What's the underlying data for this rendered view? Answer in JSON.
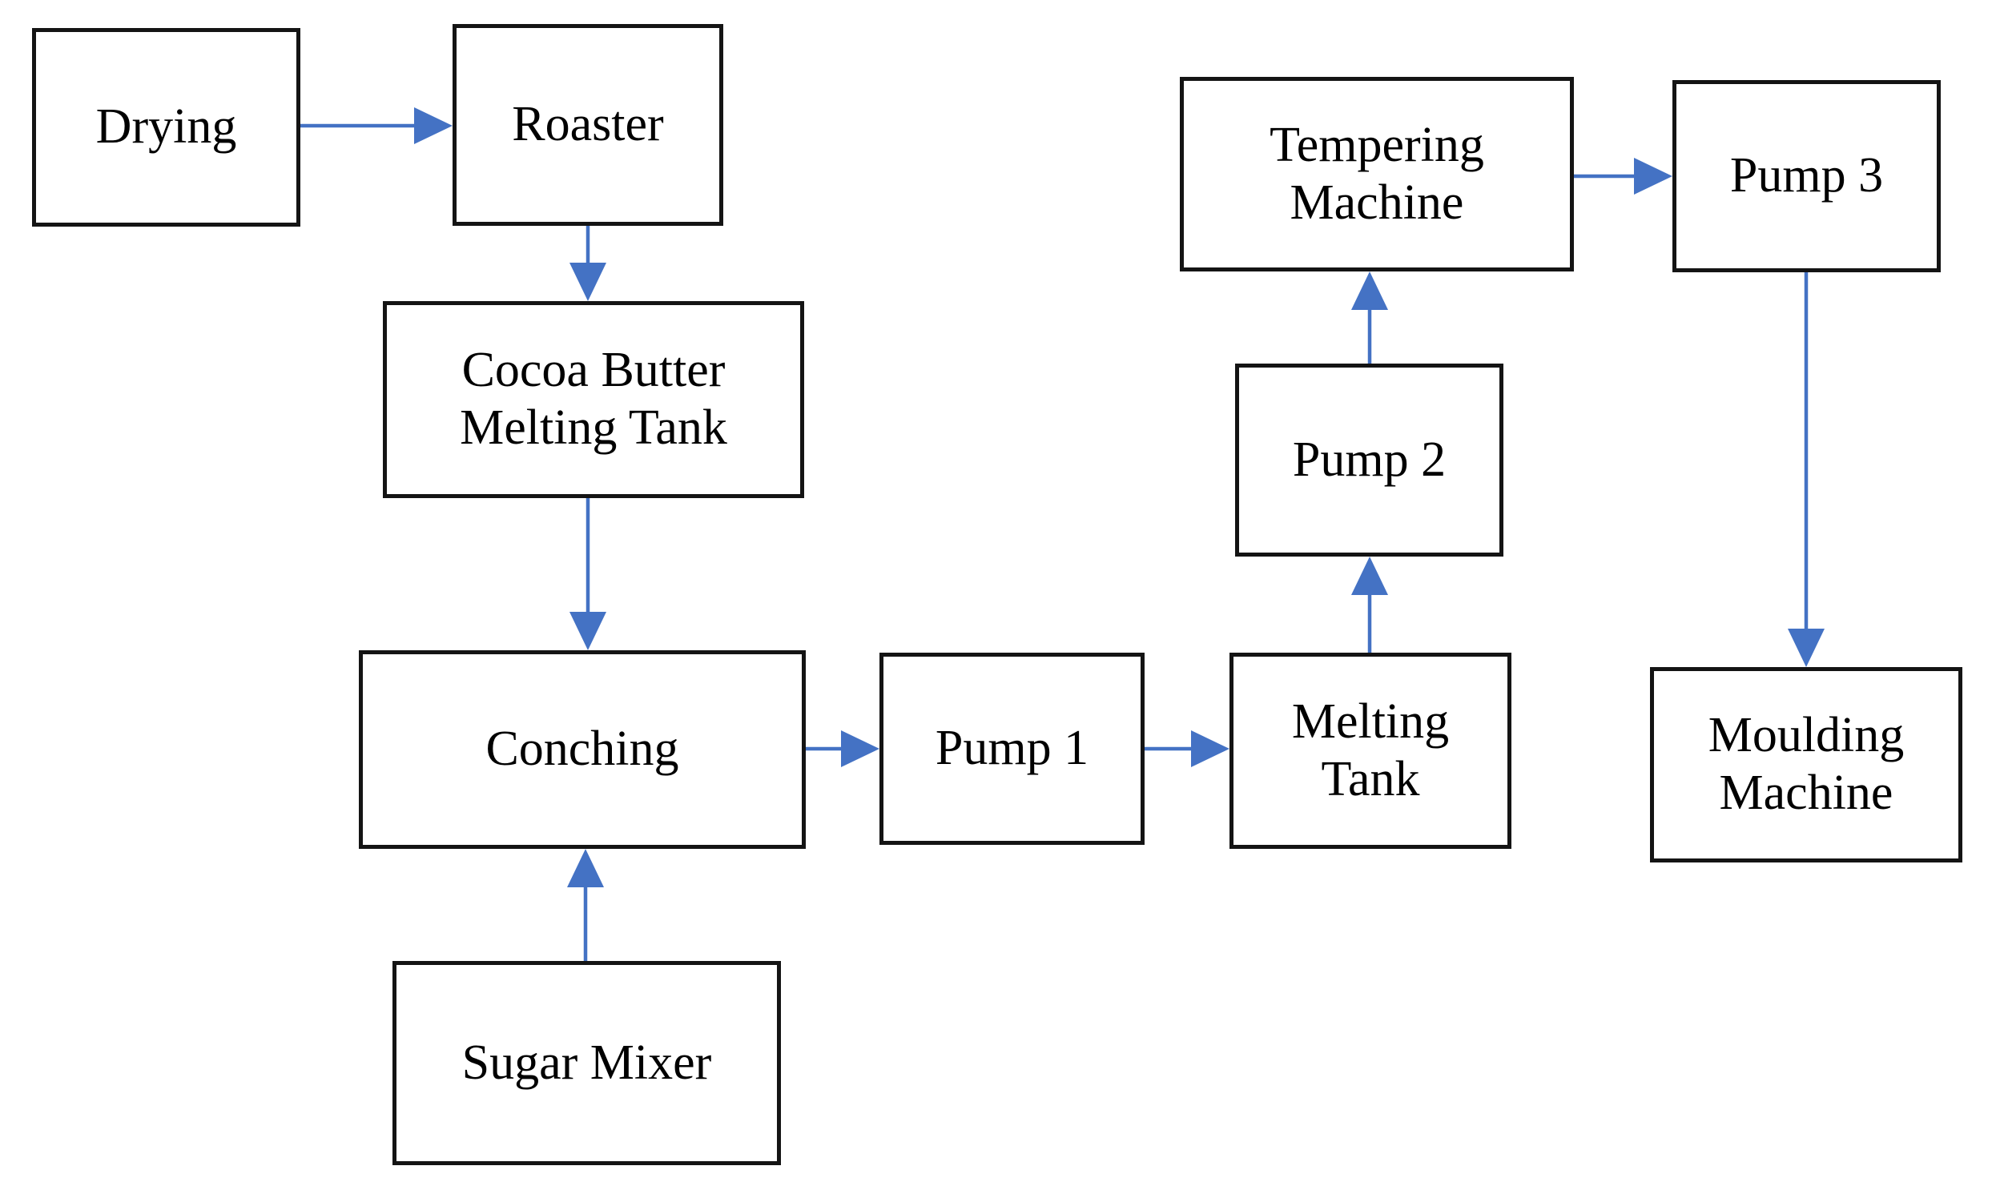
{
  "diagram": {
    "description": "Process flow diagram of a chocolate production line",
    "nodes": [
      {
        "id": "drying",
        "label": "Drying"
      },
      {
        "id": "roaster",
        "label": "Roaster"
      },
      {
        "id": "cocoa-butter-melting-tank",
        "label": "Cocoa Butter Melting Tank"
      },
      {
        "id": "conching",
        "label": "Conching"
      },
      {
        "id": "sugar-mixer",
        "label": "Sugar Mixer"
      },
      {
        "id": "pump-1",
        "label": "Pump 1"
      },
      {
        "id": "melting-tank",
        "label": "Melting Tank"
      },
      {
        "id": "pump-2",
        "label": "Pump 2"
      },
      {
        "id": "tempering-machine",
        "label": "Tempering Machine"
      },
      {
        "id": "pump-3",
        "label": "Pump 3"
      },
      {
        "id": "moulding-machine",
        "label": "Moulding Machine"
      }
    ],
    "edges": [
      {
        "from": "Drying",
        "to": "Roaster"
      },
      {
        "from": "Roaster",
        "to": "Cocoa Butter Melting Tank"
      },
      {
        "from": "Cocoa Butter Melting Tank",
        "to": "Conching"
      },
      {
        "from": "Sugar Mixer",
        "to": "Conching"
      },
      {
        "from": "Conching",
        "to": "Pump 1"
      },
      {
        "from": "Pump 1",
        "to": "Melting Tank"
      },
      {
        "from": "Melting Tank",
        "to": "Pump 2"
      },
      {
        "from": "Pump 2",
        "to": "Tempering Machine"
      },
      {
        "from": "Tempering Machine",
        "to": "Pump 3"
      },
      {
        "from": "Pump 3",
        "to": "Moulding Machine"
      }
    ],
    "colors": {
      "arrow": "#4472C4",
      "box_border": "#141414",
      "box_fill": "#FFFFFF",
      "text": "#000000",
      "background": "#FFFFFF"
    }
  }
}
